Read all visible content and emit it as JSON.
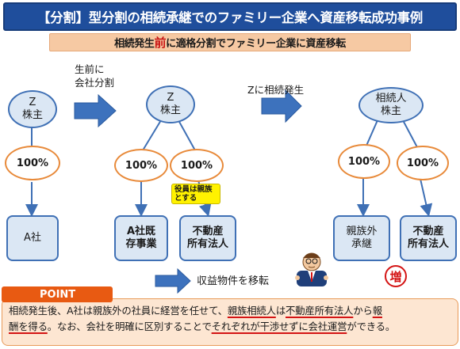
{
  "header": {
    "title": "【分割】型分割の相続承継でのファミリー企業へ資産移転成功事例",
    "subtitle_pre": "相続発生",
    "subtitle_accent": "前",
    "subtitle_post": "に適格分割でファミリー企業に資産移転"
  },
  "steps": {
    "step1_line1": "生前に",
    "step1_line2": "会社分割",
    "step2": "Zに相続発生",
    "step3": "収益物件を移転"
  },
  "stage1": {
    "owner_line1": "Z",
    "owner_line2": "株主",
    "pct": "100%",
    "company": "A社"
  },
  "stage2": {
    "owner_line1": "Z",
    "owner_line2": "株主",
    "pct_left": "100%",
    "pct_right": "100%",
    "note_line1": "役員は親族",
    "note_line2": "とする",
    "company_left_line1": "A社既",
    "company_left_line2": "存事業",
    "company_right_line1": "不動産",
    "company_right_line2": "所有法人"
  },
  "stage3": {
    "owner_line1": "相続人",
    "owner_line2": "株主",
    "pct_left": "100%",
    "pct_right": "100%",
    "company_left_line1": "親族外",
    "company_left_line2": "承継",
    "company_right_line1": "不動産",
    "company_right_line2": "所有法人",
    "stamp": "増"
  },
  "point": {
    "label": "POINT",
    "t1": "相続発生後、A社は親族外の社員に経営を任せて、",
    "t2": "親族相続人",
    "t3": "は",
    "t4": "不動産所有法人",
    "t5": "から",
    "t6": "報",
    "t7": "酬を得る",
    "t8": "。なお、会社を明確に区別することで",
    "t9": "それぞれが干渉せずに会社運営",
    "t10": "ができる。"
  },
  "colors": {
    "title_bg": "#1f4e9c",
    "subtitle_bg": "#f6c9a3",
    "node_fill": "#dbe7f4",
    "node_border": "#3f70b5",
    "pct_border": "#e88a3a",
    "arrow_fill": "#3d72bd",
    "point_bg": "#fde6d2",
    "point_label_bg": "#e85a12",
    "accent_red": "#d41414",
    "note_yellow": "#fff200"
  },
  "icons": [
    "block-arrow-right-icon",
    "person-illustration-icon",
    "increase-stamp-icon"
  ]
}
